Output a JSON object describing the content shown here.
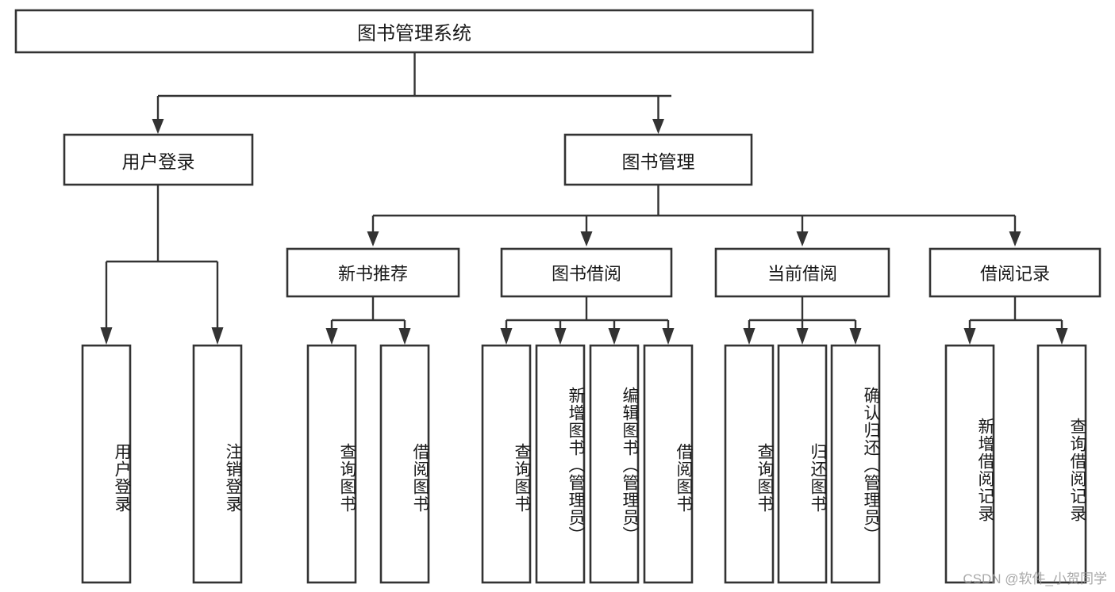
{
  "diagram": {
    "title": "图书管理系统",
    "watermark": "CSDN @软件_小贺同学",
    "type": "tree-hierarchy",
    "orientation": "top-down",
    "root": {
      "label": "图书管理系统",
      "level": 0
    },
    "level2": [
      {
        "label": "用户登录"
      },
      {
        "label": "图书管理"
      }
    ],
    "level3": [
      {
        "label": "新书推荐"
      },
      {
        "label": "图书借阅"
      },
      {
        "label": "当前借阅"
      },
      {
        "label": "借阅记录"
      }
    ],
    "leaves": {
      "user_login": [
        {
          "label": "用户登录"
        },
        {
          "label": "注销登录"
        }
      ],
      "new_book_recommend": [
        {
          "label": "查询图书"
        },
        {
          "label": "借阅图书"
        }
      ],
      "book_borrow": [
        {
          "label": "查询图书"
        },
        {
          "label": "新增图书（管理员）"
        },
        {
          "label": "编辑图书（管理员）"
        },
        {
          "label": "借阅图书"
        }
      ],
      "current_borrow": [
        {
          "label": "查询图书"
        },
        {
          "label": "归还图书"
        },
        {
          "label": "确认归还（管理员）"
        }
      ],
      "borrow_records": [
        {
          "label": "新增借阅记录"
        },
        {
          "label": "查询借阅记录"
        }
      ]
    },
    "colors": {
      "stroke": "#333333",
      "fill": "#ffffff",
      "text": "#1a1a1a",
      "watermark": "#9a9a9a"
    }
  }
}
